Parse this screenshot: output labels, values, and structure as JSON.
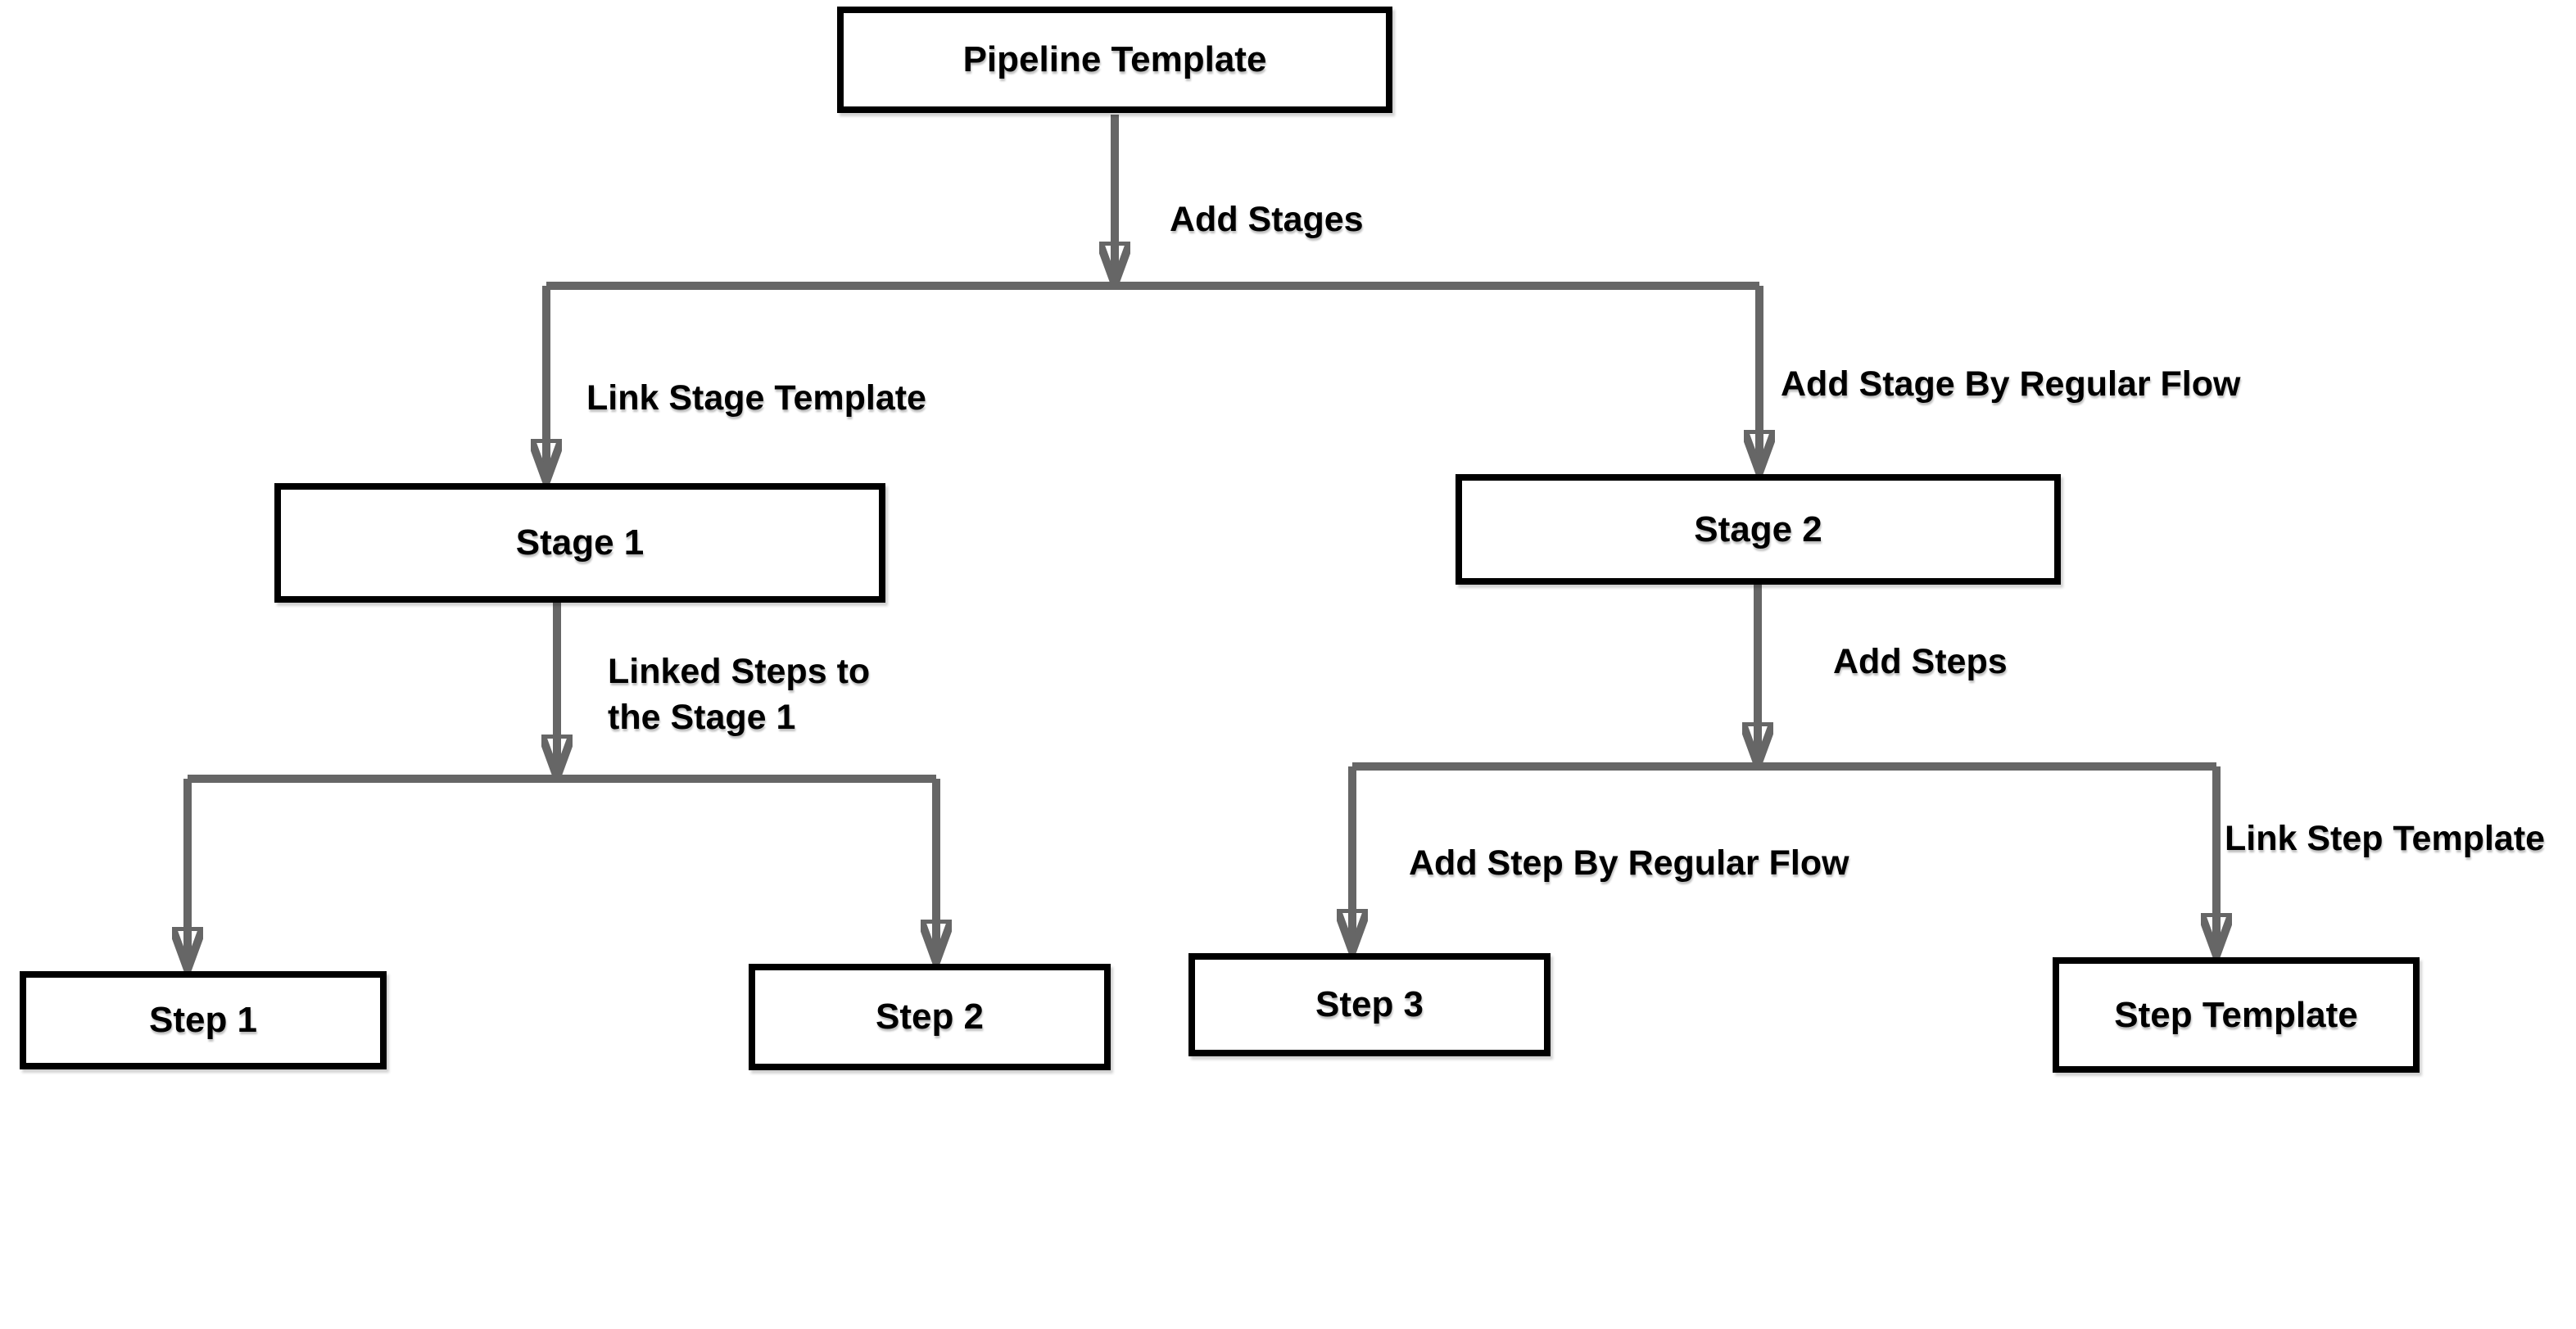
{
  "diagram": {
    "type": "flowchart",
    "colors": {
      "background": "#ffffff",
      "node_fill": "#ffffff",
      "node_border": "#000000",
      "edge": "#666666",
      "text": "#000000"
    },
    "nodes": {
      "pipeline_template": "Pipeline Template",
      "stage_1": "Stage 1",
      "stage_2": "Stage 2",
      "step_1": "Step 1",
      "step_2": "Step 2",
      "step_3": "Step 3",
      "step_template": "Step Template"
    },
    "edges": [
      {
        "from": "Pipeline Template",
        "to": [
          "Stage 1",
          "Stage 2"
        ],
        "label": "Add Stages"
      },
      {
        "from": "Pipeline Template",
        "to": [
          "Stage 1"
        ],
        "label": "Link Stage Template"
      },
      {
        "from": "Pipeline Template",
        "to": [
          "Stage 2"
        ],
        "label": "Add Stage By Regular Flow"
      },
      {
        "from": "Stage 1",
        "to": [
          "Step 1",
          "Step 2"
        ],
        "label": "Linked Steps to\nthe Stage 1"
      },
      {
        "from": "Stage 2",
        "to": [
          "Step 3",
          "Step Template"
        ],
        "label": "Add Steps"
      },
      {
        "from": "Stage 2",
        "to": [
          "Step 3"
        ],
        "label": "Add Step By Regular Flow"
      },
      {
        "from": "Stage 2",
        "to": [
          "Step Template"
        ],
        "label": "Link Step Template"
      }
    ]
  }
}
